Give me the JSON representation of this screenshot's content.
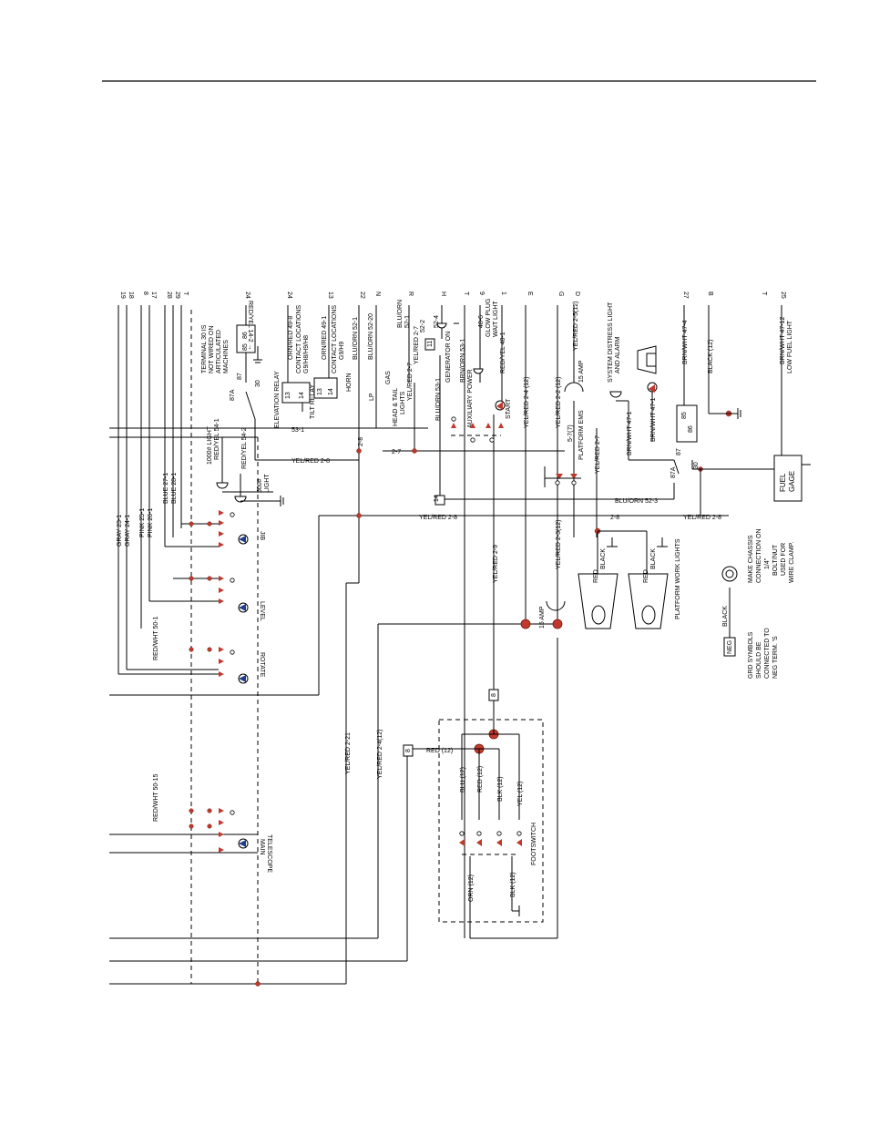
{
  "wire_labels": {
    "gray23": "GRAY 23-1",
    "gray24": "GRAY 24-1",
    "pink25": "PINK 25-1",
    "pink26": "PINK 26-1",
    "blue27": "BLUE 27-1",
    "blue28": "BLUE 28-1",
    "redwht_upper": "RED/WHT 50-1",
    "redwht_lower": "RED/WHT 50-15",
    "redyel54_1": "RED/YEL 54-1",
    "redyel54_2": "RED/YEL 54-2",
    "w53_1": "53-1",
    "w2_8a": "2-8",
    "w2_8b": "2-8",
    "w2_7": "2-7",
    "yelred2_8_a": "YEL/RED 2-8",
    "yelred2_8_b": "YEL/RED 2-8",
    "yelred2_8_c": "YEL/RED 2-8",
    "yelred2_7": "YEL/RED 2-7",
    "yelred2_7b": "YEL/RED 2-7",
    "yelred2_9": "YEL/RED 2-9",
    "yelred2_21": "YEL/RED 2-21",
    "yelred2_4": "YEL/RED 2-4(12)",
    "yelred2_4b": "YEL/RED 2-4 (12)",
    "yelred2_3": "YEL/RED 2-3(12)",
    "yelred2_2": "YEL/RED 2-2 (12)",
    "yelred2_5": "YEL/RED 2-5(12)",
    "w5_7": "5-7(7)",
    "orn_red49_8": "ORN/RED 49-8",
    "orn_red49_1": "ORN/RED 49-1",
    "blu_orn52_1": "BLU/ORN 52-1",
    "blu_orn52_20": "BLU/ORN 52-20",
    "blu_orn52_3": "BLU/ORN 52-3",
    "blu_orn_top": "BLU/ORN",
    "w52_1": "52-1",
    "w52_2": "52-2",
    "w52_4": "52-4",
    "blu_orn53": "BLU/ORN 53-1",
    "brn_orn53": "BRN/ORN 53-1",
    "w48_6": "48-6",
    "w48_1": "RED/YEL 48-1",
    "blk12a": "BLACK (12)",
    "brn_wht47_4": "BRN/WHT 47-4",
    "brn_wht47_1": "BRN/WHT 47-1",
    "brn_wht47_1b": "BRN/WHT 47-1",
    "brn_wht47_12": "BRN/WHT 47-12",
    "red12": "RED (12)",
    "blu12": "BLU (12)",
    "red12b": "RED (12)",
    "blk12": "BLK (12)",
    "yel12": "YEL (12)",
    "orn12": "ORN (12)",
    "blk12c": "BLK (12)",
    "red_lamp1": "RED",
    "black_lamp1": "BLACK",
    "red_lamp2": "RED",
    "black_lamp2": "BLACK",
    "black_gnd": "BLACK"
  },
  "components": {
    "jib": "JIB",
    "level": "LEVEL",
    "rotate": "ROTATE",
    "main_telescope_1": "MAIN",
    "main_telescope_2": "TELESCOPE",
    "light1000_1": "1000# LIGHT",
    "light500_1": "500#",
    "light500_2": "LIGHT",
    "terminal_note_1": "TERMINAL 30 IS",
    "terminal_note_2": "NOT WIRED ON",
    "terminal_note_3": "ARTICULATED",
    "terminal_note_4": "MACHINES",
    "relay_87a": "87A",
    "relay_87": "87",
    "relay_30": "30",
    "relay_86": "86",
    "relay_85": "85",
    "elevation_relay": "ELEVATION RELAY",
    "contact_loc_1a": "CONTACT LOCATIONS",
    "contact_loc_1b": "G9/H8/H9/H8",
    "tilt_relay": "TILT RELAY",
    "contact_loc_2a": "CONTACT LOCATIONS",
    "contact_loc_2b": "G9/H9",
    "t13": "13",
    "t14": "14",
    "t13b": "13",
    "t14b": "14",
    "horn": "HORN",
    "lp": "LP",
    "gas": "GAS",
    "head_tail_1": "HEAD & TAIL",
    "head_tail_2": "LIGHTS",
    "generator_on": "GENERATOR ON",
    "auxiliary_power": "AUXILIARY POWER",
    "start": "START",
    "glow_plug_1": "GLOW PLUG",
    "glow_plug_2": "WAIT LIGHT",
    "platform_ems": "PLATFORM EMS",
    "fuse_15a_1": "15 AMP",
    "fuse_15a_2": "15 AMP",
    "system_distress_1": "SYSTEM DISTRESS LIGHT",
    "system_distress_2": "AND ALARM",
    "fuel_gage_1": "FUEL",
    "fuel_gage_2": "GAGE",
    "low_fuel_light": "LOW FUEL LIGHT",
    "platform_work_lights": "PLATFORM WORK LIGHTS",
    "footswitch": "FOOTSWITCH",
    "box_11": "11",
    "box_14": "14",
    "box_8a": "8",
    "box_8b": "8",
    "neg": "NEG",
    "grd_note_1": "GRD SYMBOLS",
    "grd_note_2": "SHOULD BE",
    "grd_note_3": "CONNECTED TO",
    "grd_note_4": "NEG TERM. 'S",
    "chassis_note_1": "MAKE CHASSIS",
    "chassis_note_2": "CONNECTION ON",
    "chassis_note_3": "1/4\"",
    "chassis_note_4": "BOLT/NUT",
    "chassis_note_5": "USED FOR",
    "chassis_note_6": "WIRE CLAMP."
  },
  "destinations": [
    "19",
    "18",
    "8",
    "17",
    "28",
    "29",
    "T",
    "24",
    "24",
    "13",
    "22",
    "N",
    "R",
    "H",
    "T",
    "9",
    "1",
    "E",
    "G",
    "D",
    "27",
    "B",
    "T",
    "25"
  ]
}
